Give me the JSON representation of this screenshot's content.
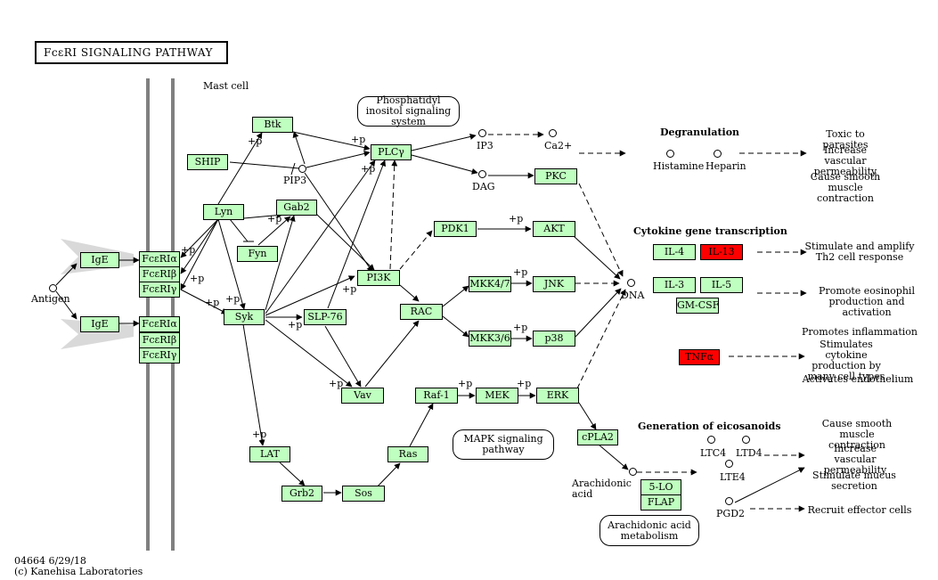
{
  "title": "FcεRI SIGNALING PATHWAY",
  "cell_label": "Mast cell",
  "footer": {
    "id_date": "04664 6/29/18",
    "copyright": "(c) Kanehisa Laboratories"
  },
  "genes": {
    "ige1": "IgE",
    "ige2": "IgE",
    "fcera1": "FcεRIα",
    "fcerb1": "FcεRIβ",
    "fcerg1": "FcεRIγ",
    "fcera2": "FcεRIα",
    "fcerb2": "FcεRIβ",
    "fcerg2": "FcεRIγ",
    "btk": "Btk",
    "ship": "SHIP",
    "lyn": "Lyn",
    "gab2": "Gab2",
    "fyn": "Fyn",
    "syk": "Syk",
    "slp76": "SLP-76",
    "plcg": "PLCγ",
    "pi3k": "PI3K",
    "pkc": "PKC",
    "pdk1": "PDK1",
    "akt": "AKT",
    "rac": "RAC",
    "mkk47": "MKK4/7",
    "jnk": "JNK",
    "mkk36": "MKK3/6",
    "p38": "p38",
    "vav": "Vav",
    "raf1": "Raf-1",
    "mek": "MEK",
    "erk": "ERK",
    "lat": "LAT",
    "grb2": "Grb2",
    "sos": "Sos",
    "ras": "Ras",
    "cpla2": "cPLA2",
    "lo5": "5-LO",
    "flap": "FLAP",
    "il4": "IL-4",
    "il13": "IL-13",
    "il3": "IL-3",
    "il5": "IL-5",
    "gmcsf": "GM-CSF",
    "tnfa": "TNFα"
  },
  "compounds": {
    "antigen": "Antigen",
    "pip3": "PIP3",
    "ip3": "IP3",
    "ca2": "Ca2+",
    "dag": "DAG",
    "histamine": "Histamine",
    "heparin": "Heparin",
    "dna": "DNA",
    "arachidonic": "Arachidonic acid",
    "ltc4": "LTC4",
    "ltd4": "LTD4",
    "lte4": "LTE4",
    "pgd2": "PGD2"
  },
  "maps": {
    "pi": "Phosphatidyl inositol signaling system",
    "mapk": "MAPK signaling pathway",
    "aa": "Arachidonic acid metabolism"
  },
  "sections": {
    "degranulation": "Degranulation",
    "cytokine": "Cytokine gene transcription",
    "eicosanoids": "Generation of eicosanoids"
  },
  "outcomes": {
    "toxic": "Toxic to parasites",
    "vascular1": "Increase vascular permeability",
    "smooth1": "Cause smooth muscle contraction",
    "th2": "Stimulate and amplify Th2 cell response",
    "eosin": "Promote eosinophil production and activation",
    "inflam": "Promotes inflammation",
    "cytokine_prod": "Stimulates cytokine production by many cell types",
    "endo": "Activates endothelium",
    "smooth2": "Cause smooth muscle contraction",
    "vascular2": "Increase vascular permeability",
    "mucus": "Stimulate mucus secretion",
    "recruit": "Recruit effector cells"
  },
  "plus_p": "+p",
  "colors": {
    "gene": "#bfffbf",
    "highlight": "#ff0000",
    "membrane": "#808080"
  }
}
